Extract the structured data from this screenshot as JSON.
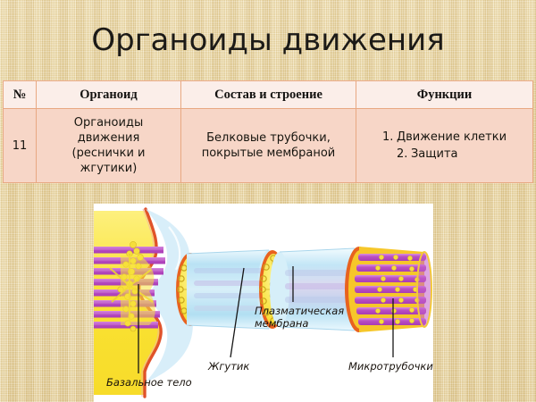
{
  "slide": {
    "title": "Органоиды движения",
    "background_color": "#e8d49a"
  },
  "table": {
    "header_bg": "#fbeee9",
    "row_bg": "#f7d6c7",
    "border_color": "#e8a882",
    "headers": {
      "num": "№",
      "organelle": "Органоид",
      "structure": "Состав и строение",
      "functions": "Функции"
    },
    "rows": [
      {
        "num": "11",
        "organelle_lines": [
          "Органоиды",
          "движения",
          "(реснички и",
          "жгутики)"
        ],
        "structure_lines": [
          "Белковые трубочки,",
          "покрытые мембраной"
        ],
        "functions": [
          {
            "num": "1.",
            "text": "Движение клетки"
          },
          {
            "num": "2.",
            "text": "Защита"
          }
        ]
      }
    ]
  },
  "diagram": {
    "panel_bg": "#ffffff",
    "labels": {
      "basal_body": "Базальное тело",
      "flagellum": "Жгутик",
      "plasma_membrane_line1": "Плазматическая",
      "plasma_membrane_line2": "мембрана",
      "microtubules": "Микротрубочки"
    },
    "colors": {
      "cytoplasm": "#f9e64a",
      "membrane": "#e05a2b",
      "tube_blue": "#bfe4f5",
      "microtubule_purple": "#c060c8",
      "rim_orange": "#f0a030",
      "leader_line": "#1a1a1a"
    }
  }
}
